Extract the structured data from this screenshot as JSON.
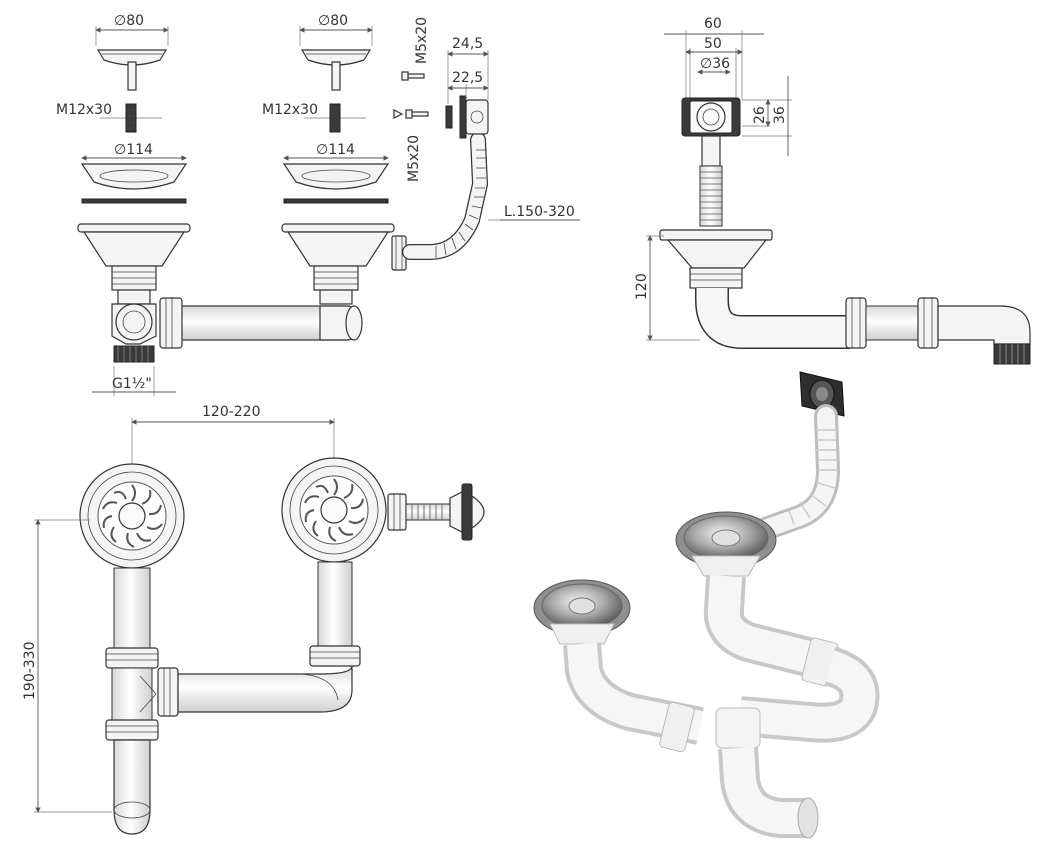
{
  "labels": {
    "d80_left": "∅80",
    "d80_right": "∅80",
    "m12_left": "M12x30",
    "m12_right": "M12x30",
    "d114_left": "∅114",
    "d114_right": "∅114",
    "m5_top": "M5x20",
    "m5_bottom": "M5x20",
    "dim_245": "24,5",
    "dim_225": "22,5",
    "hose_length": "L.150-320",
    "thread": "G1½\"",
    "dim_60": "60",
    "dim_50": "50",
    "d36": "∅36",
    "dim_26": "26",
    "dim_36": "36",
    "dim_120": "120",
    "spacing": "120-220",
    "depth": "190-330"
  },
  "colors": {
    "line": "#333333",
    "fill_light": "#f4f4f4",
    "dark_part": "#3a3a3a",
    "render_white": "#f2f2f2",
    "render_chrome": "#9a9a9a"
  }
}
